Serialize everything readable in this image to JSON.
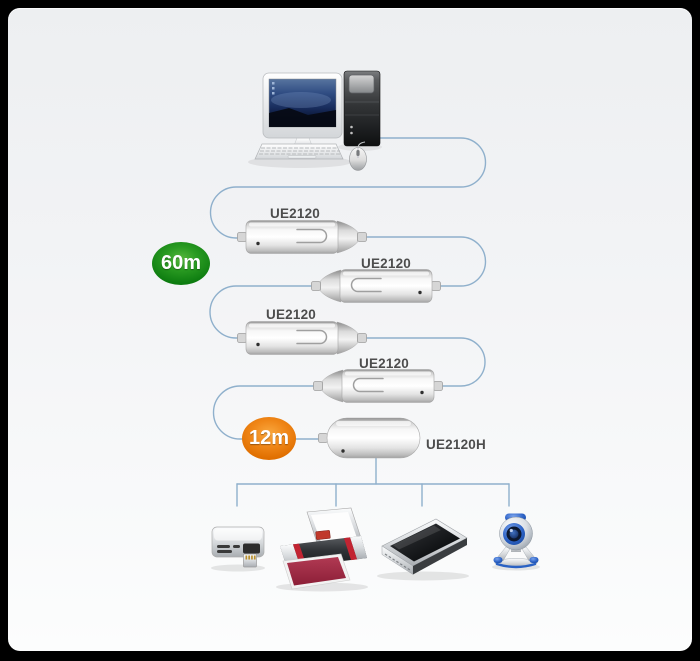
{
  "diagram": {
    "device_chain": {
      "computer": {
        "icon": "desktop-computer-icon"
      },
      "extenders": [
        {
          "label": "UE2120"
        },
        {
          "label": "UE2120"
        },
        {
          "label": "UE2120"
        },
        {
          "label": "UE2120"
        }
      ],
      "hub": {
        "label": "UE2120H"
      },
      "peripherals": [
        {
          "icon": "card-reader-icon"
        },
        {
          "icon": "printer-icon"
        },
        {
          "icon": "scanner-icon"
        },
        {
          "icon": "webcam-icon"
        }
      ]
    },
    "badges": {
      "total_distance": {
        "text": "60m",
        "color": "#0d7c10"
      },
      "segment_distance": {
        "text": "12m",
        "color": "#e06f00"
      }
    },
    "colors": {
      "cable": "#8fb0cc",
      "panel_background": "#f0f2f4",
      "outer_background": "#000000",
      "label_text": "#4d4d4d"
    }
  }
}
